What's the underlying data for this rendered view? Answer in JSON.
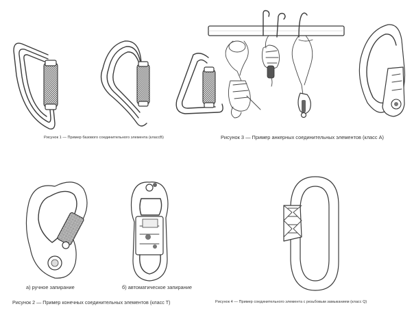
{
  "figures": {
    "fig1": {
      "caption": "Рисунок 1 — Пример базового соединительного элемента (классB)"
    },
    "fig3": {
      "caption": "Рисунок 3 — Пример анкерных соединительных элементов (класс А)"
    },
    "fig2": {
      "caption": "Рисунок 2 — Пример конечных соединительных элементов (класс Т)",
      "sub_a": "а) ручное запирание",
      "sub_b": "б) автоматическое запирание"
    },
    "fig4": {
      "caption": "Рисунок 4 — Пример соединительного элемента с резьбовым замыканием (класс Q)"
    }
  }
}
